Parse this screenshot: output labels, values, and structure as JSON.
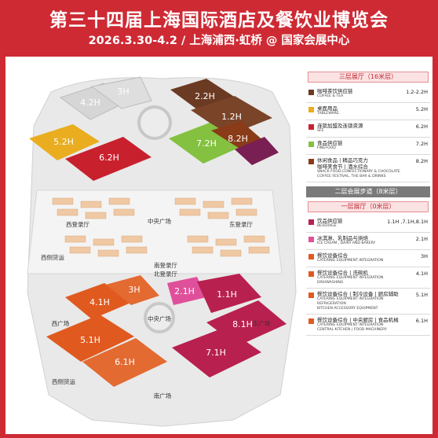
{
  "header": {
    "title": "第三十四届上海国际酒店及餐饮业博览会",
    "subtitle": "2026.3.30-4.2 / 上海浦西·虹桥 @ 国家会展中心"
  },
  "halls": {
    "h3_top": "3H",
    "h4_2": "4.2H",
    "h2_2": "2.2H",
    "h1_2": "1.2H",
    "h5_2": "5.2H",
    "h6_2": "6.2H",
    "h7_2": "7.2H",
    "h8_2": "8.2H",
    "h4_1": "4.1H",
    "h3_1": "3H",
    "h2_1": "2.1H",
    "h1_1": "1.1H",
    "h5_1": "5.1H",
    "h6_1": "6.1H",
    "h7_1": "7.1H",
    "h8_1": "8.1H"
  },
  "plazas": {
    "west_lobby": "西登录厅",
    "east_lobby": "东登录厅",
    "central_top": "中央广场",
    "south_lobby": "南登录厅",
    "north_lobby": "北登录厅",
    "central_bottom": "中央广场",
    "west_plaza": "西广场",
    "east_plaza": "东广场",
    "south_plaza": "南广场",
    "west_exit_top": "西侧货运",
    "west_exit_bottom": "西侧货运"
  },
  "legend": {
    "sec3": "三层展厅（16米层）",
    "walk2": "二层会展步道（8米层）",
    "sec1": "一层展厅（0米层）",
    "items3": [
      {
        "zh": "咖啡茶饮供应链",
        "en": "COFFEE & TEA",
        "hall": "1.2-2.2H",
        "color": "#6b3a22"
      },
      {
        "zh": "桌面用品",
        "en": "TABLEWARE",
        "hall": "5.2H",
        "color": "#e9ad1f"
      },
      {
        "zh": "连锁加盟及连锁资源",
        "en": "SFE",
        "hall": "6.2H",
        "color": "#c9202e"
      },
      {
        "zh": "食品供应链",
        "en": "FINEFOOD",
        "hall": "7.2H",
        "color": "#84c140"
      },
      {
        "zh": "休闲食品 | 精品巧克力",
        "zh2": "咖啡美食节 | 酒水综合",
        "en": "SNACK FOOD,CONFECTIONARY & CHOCOLATE",
        "en2": "COFFEE FESTIVAL, THE BAR & DRINKS",
        "hall": "8.2H",
        "color": "#8a3b17"
      }
    ],
    "items1": [
      {
        "zh": "饮品供应链",
        "en": "BEVERAGE",
        "hall": "1.1H ,7.1H,8.1H",
        "color": "#b8204f"
      },
      {
        "zh": "冰淇淋、乳制品与烘焙",
        "en": "ICE CREAM , DAIRY AND BAKERY",
        "hall": "2.1H",
        "color": "#e0509a"
      },
      {
        "zh": "餐饮设备综合",
        "en": "CATERING EQUIPMENT INTEGRATION",
        "hall": "3H",
        "color": "#e05a20"
      },
      {
        "zh": "餐饮设备综合 | 洗碗机",
        "en": "CATERING EQUIPMENT INTEGRATION",
        "en2": "DISHWASHING",
        "hall": "4.1H",
        "color": "#e05a20"
      },
      {
        "zh": "餐饮设备综合 | 制冷设备 | 厨房辅助",
        "en": "CATERING EQUIPMENT INTEGRATION",
        "en2": "REFRIGERATION",
        "en3": "KITCHEN ACCESSORY EQUIPMENT",
        "hall": "5.1H",
        "color": "#e05a20"
      },
      {
        "zh": "餐饮设备综合 | 中央厨房 | 食品机械",
        "en": "CATERING EQUIPMENT INTEGRATION",
        "en2": "CENTRAL KITCHEN | FOOD MACHINERY",
        "hall": "6.1H",
        "color": "#e05a20"
      }
    ]
  },
  "colors": {
    "frame": "#ce2a34",
    "coffee": "#6b3a22",
    "tableware": "#e9ad1f",
    "sfe": "#c9202e",
    "finefood": "#84c140",
    "snack": "#7a1f53",
    "beverage": "#b8204f",
    "icecream": "#e0509a",
    "equipment": "#e05a20",
    "grey_hall": "#c8c8c8"
  }
}
